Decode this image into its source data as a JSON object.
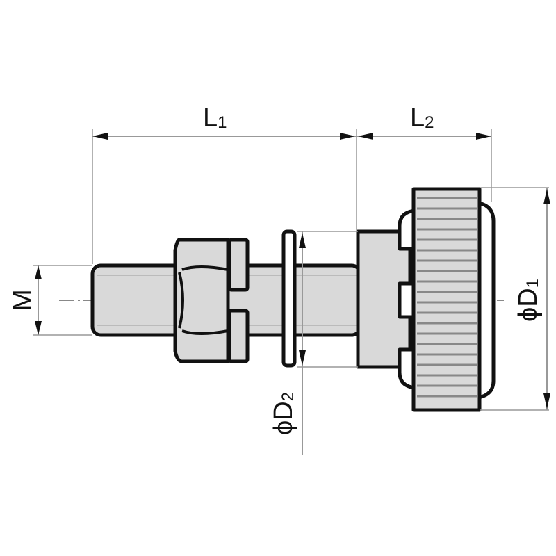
{
  "diagram": {
    "type": "technical-drawing",
    "subject": "knurled thumb screw with nut and washer",
    "dimensions": {
      "L1": {
        "letter": "L",
        "index": "1"
      },
      "L2": {
        "letter": "L",
        "index": "2"
      },
      "M": {
        "letter": "M"
      },
      "D1": {
        "symbol": "ϕ",
        "letter": "D",
        "index": "1"
      },
      "D2": {
        "symbol": "ϕ",
        "letter": "D",
        "index": "2"
      }
    },
    "colors": {
      "outline": "#111111",
      "fill": "#d9d9d9",
      "dimension_line": "#999999"
    }
  }
}
